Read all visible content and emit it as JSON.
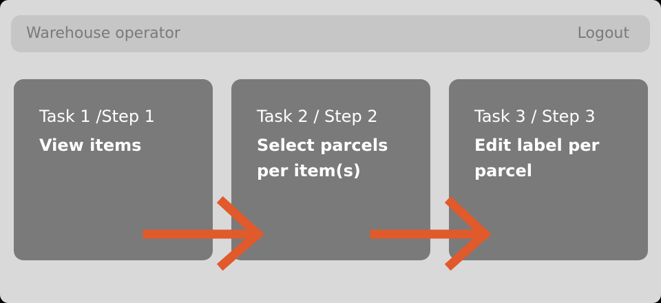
{
  "header": {
    "role_label": "Warehouse operator",
    "logout_label": "Logout"
  },
  "steps": [
    {
      "step_label": "Task 1 /Step 1",
      "title": "View  items"
    },
    {
      "step_label": "Task 2 / Step 2",
      "title": "Select parcels\nper item(s)"
    },
    {
      "step_label": "Task 3 / Step 3",
      "title": "Edit label per\nparcel"
    }
  ],
  "colors": {
    "background": "#d9d9d9",
    "header": "#c6c6c6",
    "card": "#7a7a7a",
    "arrow": "#e05a2b",
    "muted_text": "#7a7a7a",
    "card_text": "#ffffff"
  }
}
